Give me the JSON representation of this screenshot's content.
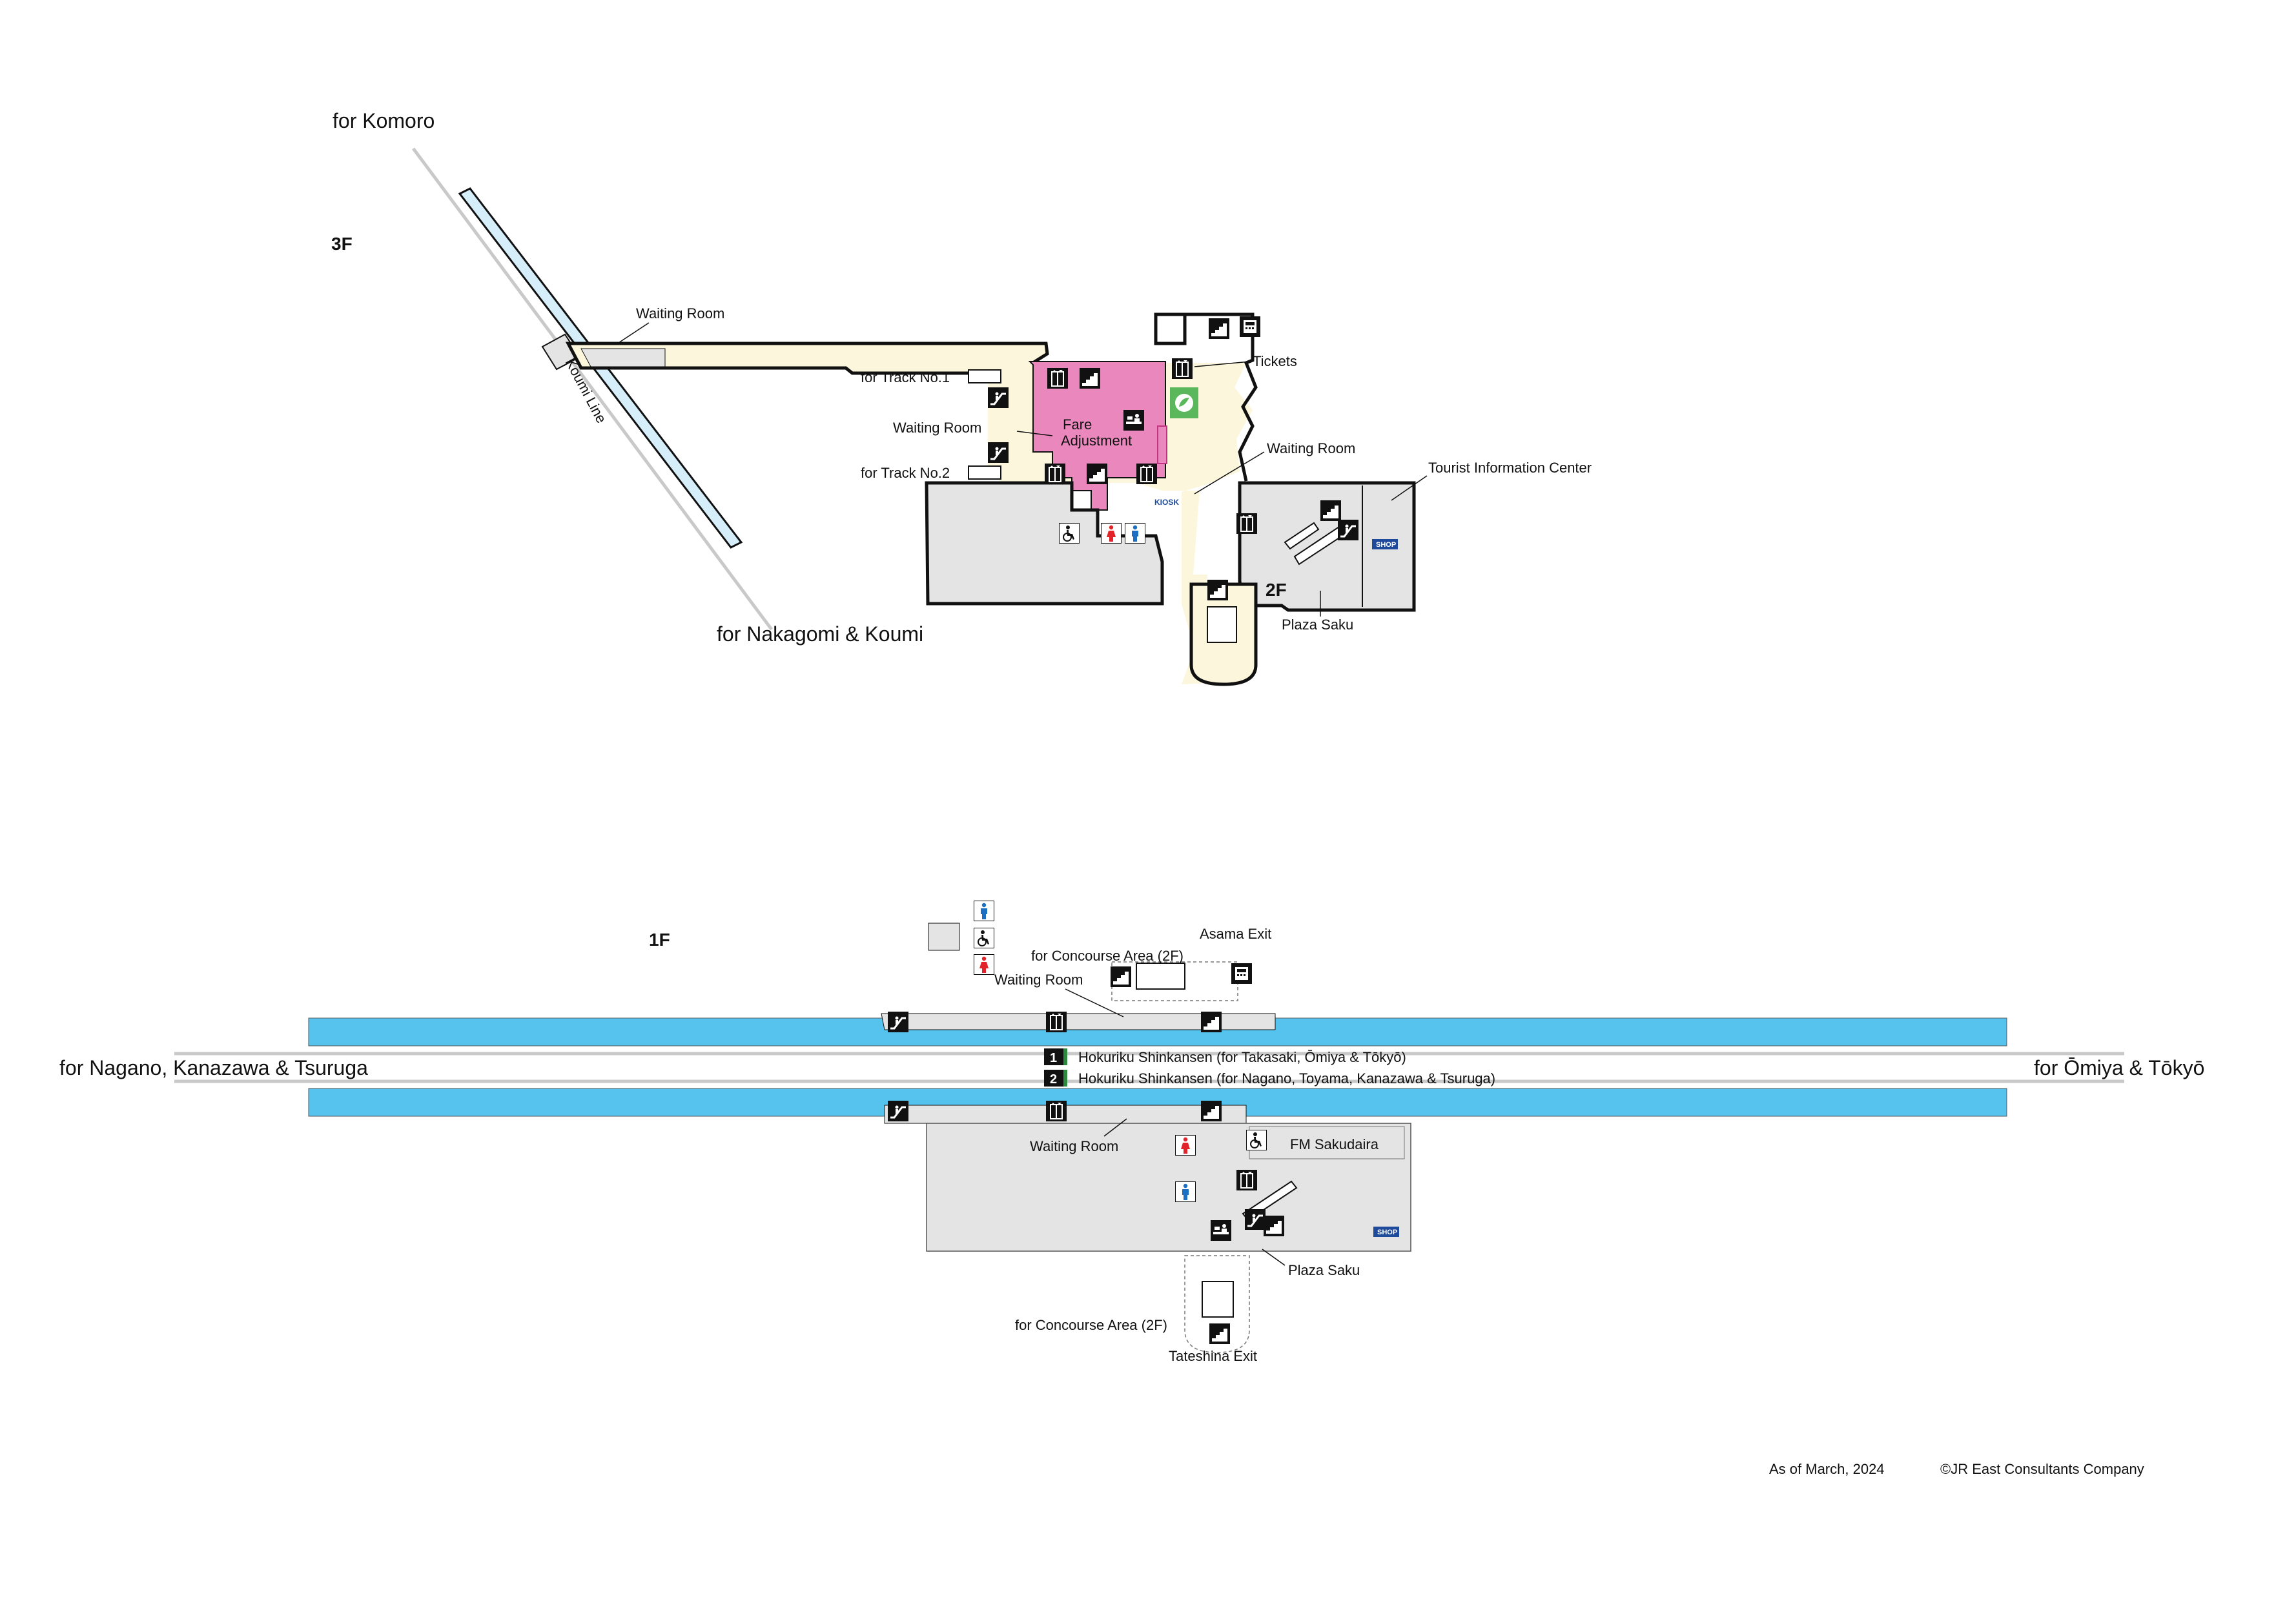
{
  "colors": {
    "platform_blue": "#56c3ee",
    "platform_light_blue": "#d5eef9",
    "concourse_cream": "#fbf6dc",
    "paid_area_pink": "#ea87bc",
    "building_gray": "#e4e4e4",
    "wall_black": "#111111",
    "track_gray": "#c9c9c9",
    "ticket_green": "#5bb75b"
  },
  "floors": {
    "f3": "3F",
    "f2": "2F",
    "f1": "1F"
  },
  "directions": {
    "komoro": "for Komoro",
    "nakagomi": "for Nakagomi & Koumi",
    "nagano": "for Nagano, Kanazawa & Tsuruga",
    "omiya": "for Ōmiya & Tōkyō"
  },
  "upper": {
    "koumi_line": "Koumi Line",
    "waiting_room_platform": "Waiting Room",
    "for_track_1": "for Track No.1",
    "for_track_2": "for Track No.2",
    "waiting_room_left": "Waiting Room",
    "fare_adjustment": "Fare\nAdjustment",
    "fare_line1": "Fare",
    "fare_line2": "Adjustment",
    "tickets": "Tickets",
    "waiting_room_right": "Waiting Room",
    "tourist_info": "Tourist Information Center",
    "kiosk": "KIOSK",
    "shop": "SHOP",
    "plaza_saku": "Plaza Saku"
  },
  "lower": {
    "asama_exit": "Asama Exit",
    "for_concourse_top": "for Concourse Area (2F)",
    "waiting_room_top": "Waiting Room",
    "track1_num": "1",
    "track1_label": "Hokuriku Shinkansen (for Takasaki, Ōmiya & Tōkyō)",
    "track2_num": "2",
    "track2_label": "Hokuriku Shinkansen (for Nagano, Toyama, Kanazawa & Tsuruga)",
    "waiting_room_bottom": "Waiting Room",
    "fm_sakudaira": "FM Sakudaira",
    "shop": "SHOP",
    "plaza_saku": "Plaza Saku",
    "for_concourse_bottom": "for Concourse Area (2F)",
    "tateshina_exit": "Tateshina Exit"
  },
  "footer": {
    "date": "As of March, 2024",
    "copyright": "©JR East Consultants Company"
  },
  "icons": [
    "elevator-icon",
    "escalator-icon",
    "stairs-icon",
    "wheelchair-toilet-icon",
    "female-toilet-icon",
    "male-toilet-icon",
    "ticket-machine-icon",
    "ticket-office-icon",
    "coin-locker-icon"
  ]
}
